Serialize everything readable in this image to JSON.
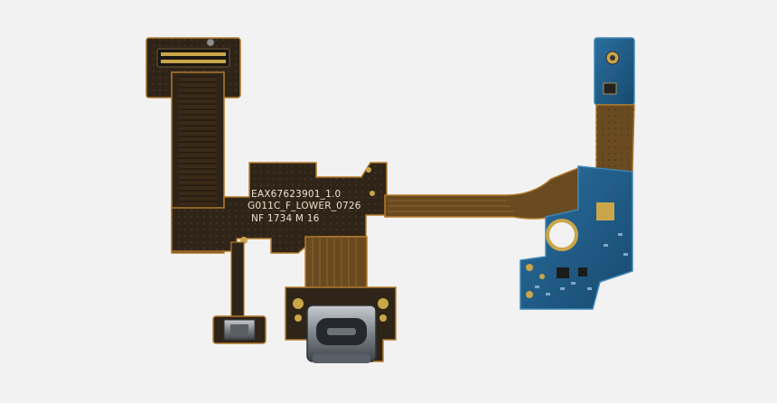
{
  "image": {
    "subject": "flex-cable-assembly-with-usb-c-port"
  },
  "silkscreen": {
    "line1": "EAX67623901_1.0",
    "line2": "G011C_F_LOWER_0726",
    "line3": "NF 1734 M 16"
  },
  "colors": {
    "background": "#f2f2f2",
    "flex_dark": "#2f2418",
    "flex_copper": "#6a4a20",
    "flex_edge": "#b27a2a",
    "pcb_blue": "#1c5a86",
    "pcb_blue_edge": "#3e86b8",
    "gold": "#c9a64a",
    "metal": "#9aa0a6"
  }
}
